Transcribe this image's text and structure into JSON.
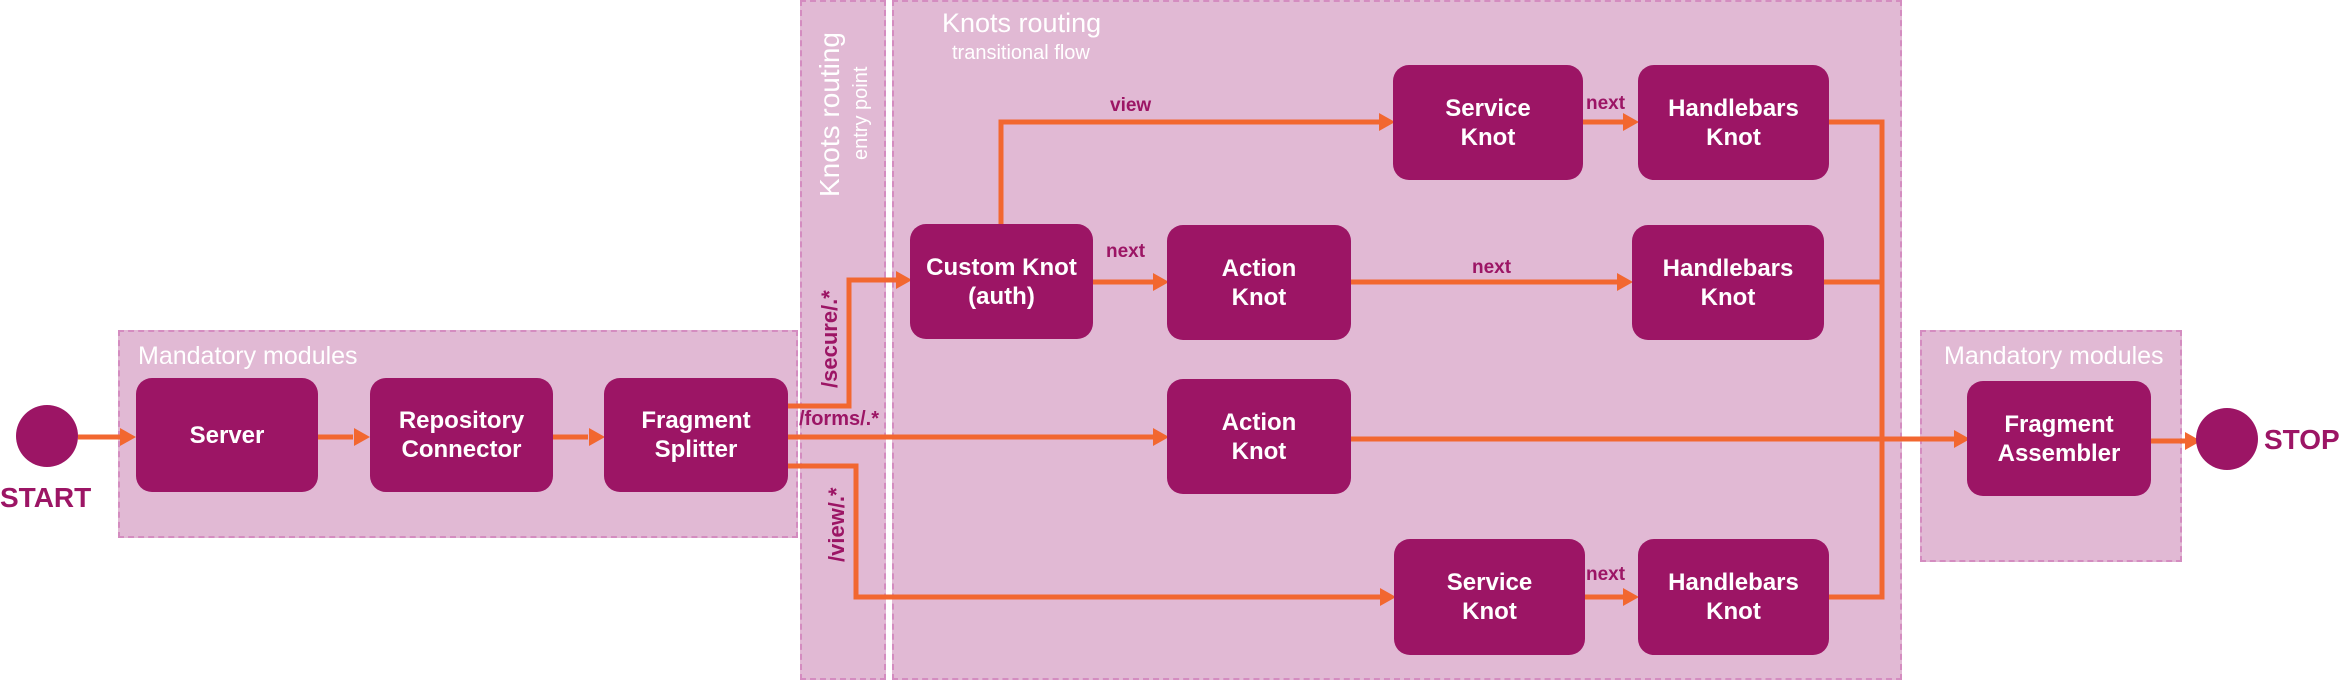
{
  "colors": {
    "node_fill": "#9c1565",
    "panel_fill": "#e1b9d4",
    "panel_border": "#d48cc0",
    "edge": "#f26730",
    "label": "#9c1565"
  },
  "panels": {
    "mandatory_left": {
      "title": "Mandatory modules"
    },
    "entry_point": {
      "title": "Knots routing",
      "subtitle": "entry point"
    },
    "transitional": {
      "title": "Knots routing",
      "subtitle": "transitional flow"
    },
    "mandatory_right": {
      "title": "Mandatory modules"
    }
  },
  "terminals": {
    "start": "START",
    "stop": "STOP"
  },
  "nodes": {
    "server": {
      "line1": "Server"
    },
    "repository_connector": {
      "line1": "Repository",
      "line2": "Connector"
    },
    "fragment_splitter": {
      "line1": "Fragment",
      "line2": "Splitter"
    },
    "custom_knot": {
      "line1": "Custom Knot",
      "line2": "(auth)"
    },
    "service_knot_top": {
      "line1": "Service",
      "line2": "Knot"
    },
    "handlebars_knot_top": {
      "line1": "Handlebars",
      "line2": "Knot"
    },
    "action_knot_secure": {
      "line1": "Action",
      "line2": "Knot"
    },
    "handlebars_knot_secure": {
      "line1": "Handlebars",
      "line2": "Knot"
    },
    "action_knot_forms": {
      "line1": "Action",
      "line2": "Knot"
    },
    "service_knot_view": {
      "line1": "Service",
      "line2": "Knot"
    },
    "handlebars_knot_view": {
      "line1": "Handlebars",
      "line2": "Knot"
    },
    "fragment_assembler": {
      "line1": "Fragment",
      "line2": "Assembler"
    }
  },
  "edge_labels": {
    "view": "view",
    "next_top": "next",
    "next_custom": "next",
    "next_action": "next",
    "next_view": "next"
  },
  "routes": {
    "secure": "/secure/.*",
    "forms": "/forms/.*",
    "view": "/view/.*"
  }
}
